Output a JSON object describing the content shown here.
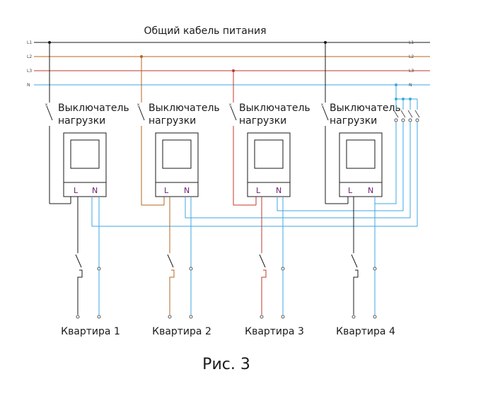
{
  "title": "Общий кабель питания",
  "caption": "Рис. 3",
  "bus_labels": [
    "L1",
    "L2",
    "L3",
    "N"
  ],
  "switch_label": [
    "Выключатель",
    "нагрузки"
  ],
  "meter_terminals": [
    "L",
    "N"
  ],
  "apartments": [
    "Квартира 1",
    "Квартира 2",
    "Квартира 3",
    "Квартира 4"
  ],
  "colors": {
    "L1": "#1a1a1a",
    "L2": "#b5651d",
    "L3": "#c0392b",
    "N": "#3fa7e0"
  }
}
